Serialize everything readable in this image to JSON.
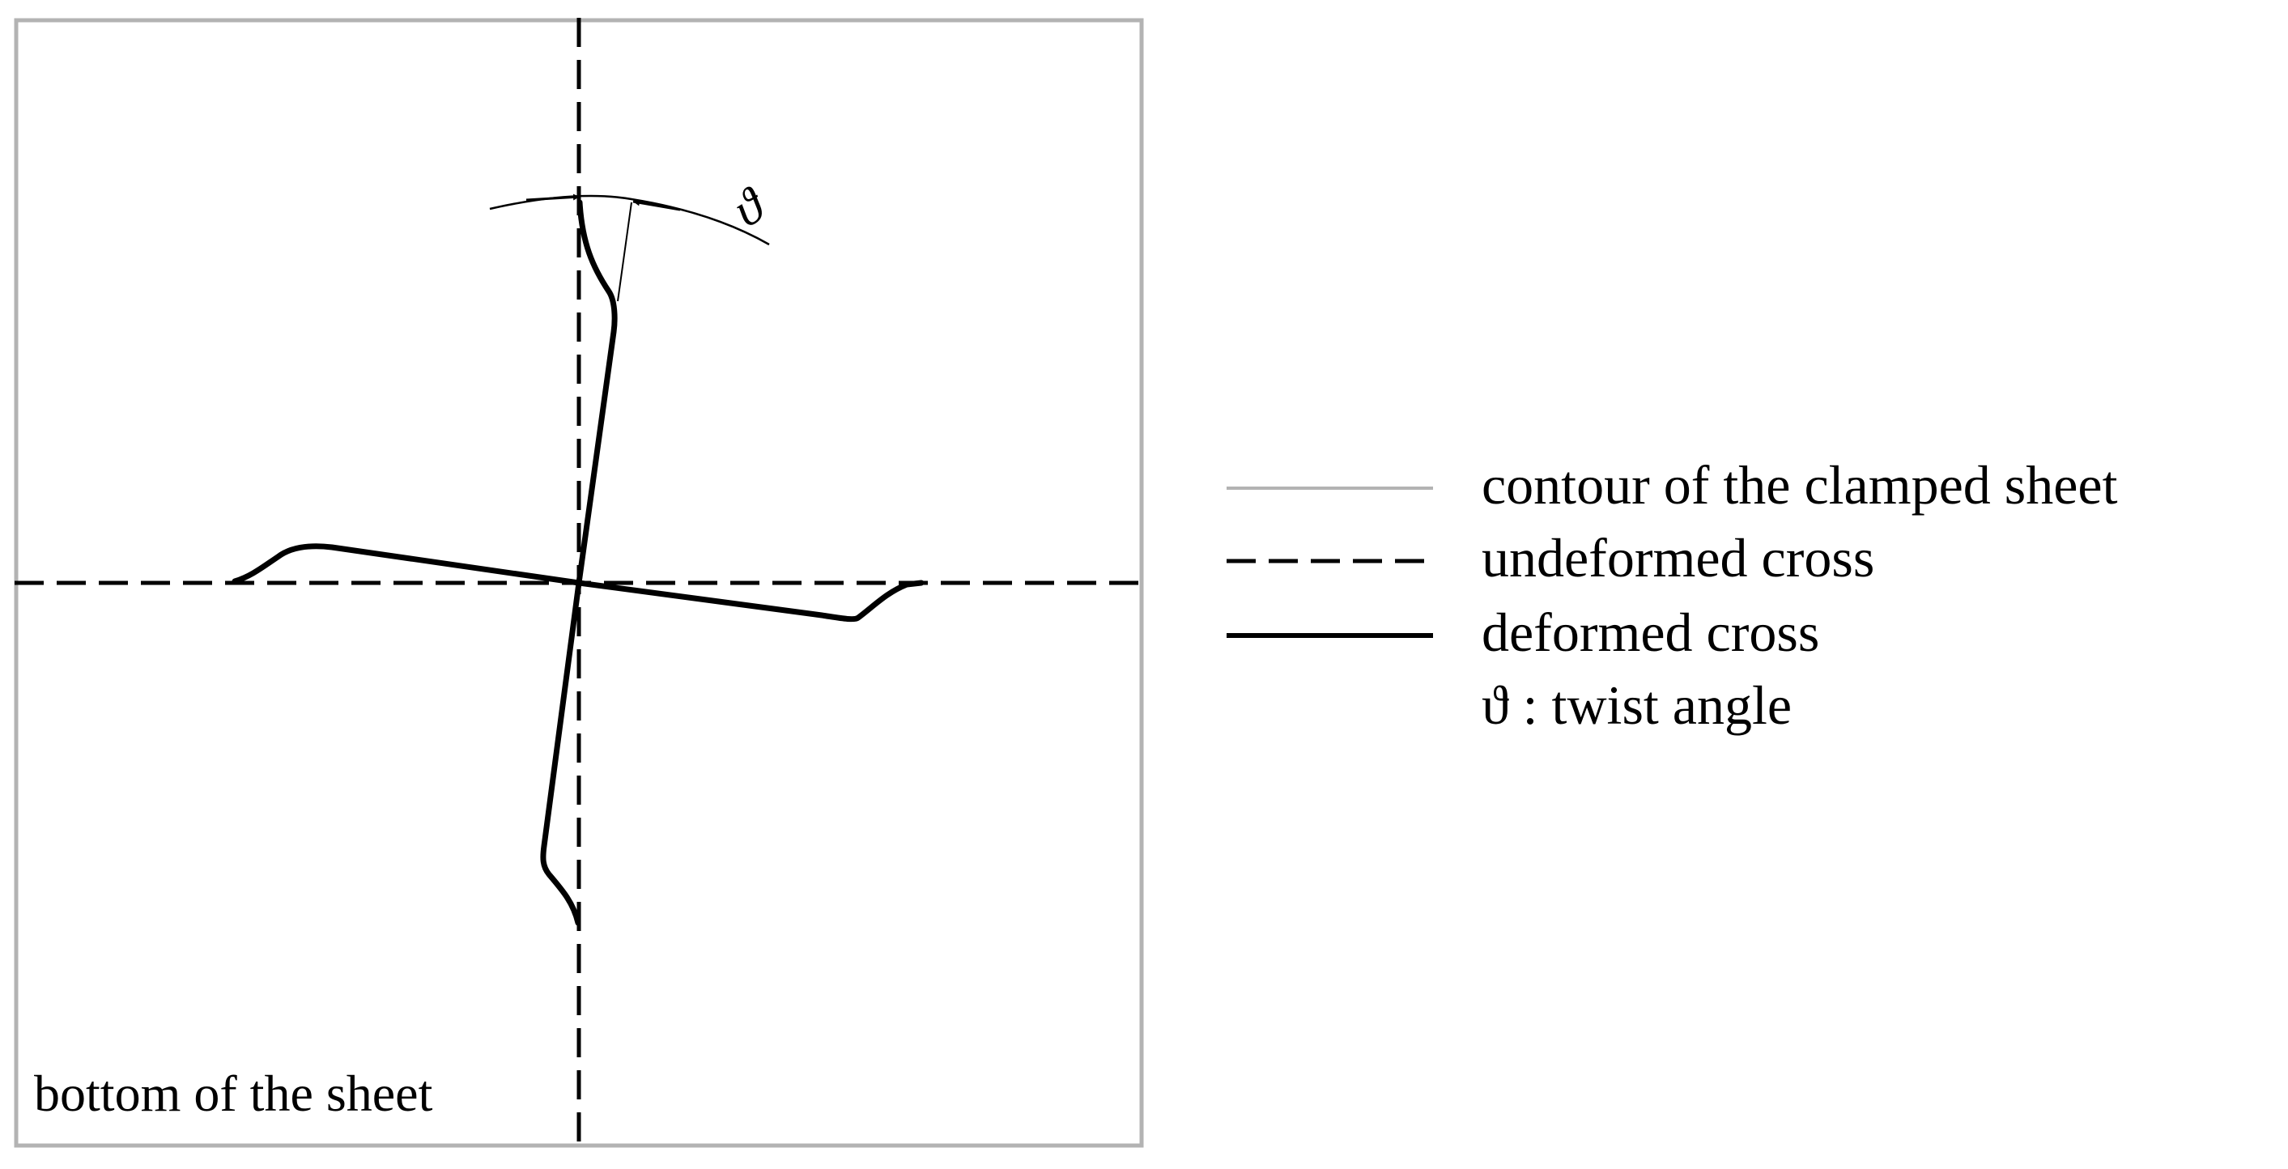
{
  "diagram": {
    "sheet_label": "bottom of the sheet",
    "angle_symbol": "ϑ"
  },
  "legend": {
    "items": [
      {
        "label": "contour of the clamped sheet",
        "line_style": "solid-thin",
        "color": "#b3b3b3"
      },
      {
        "label": "undeformed cross",
        "line_style": "dashed",
        "color": "#000000"
      },
      {
        "label": "deformed cross",
        "line_style": "solid-thick",
        "color": "#000000"
      }
    ],
    "note": "ϑ : twist angle"
  }
}
